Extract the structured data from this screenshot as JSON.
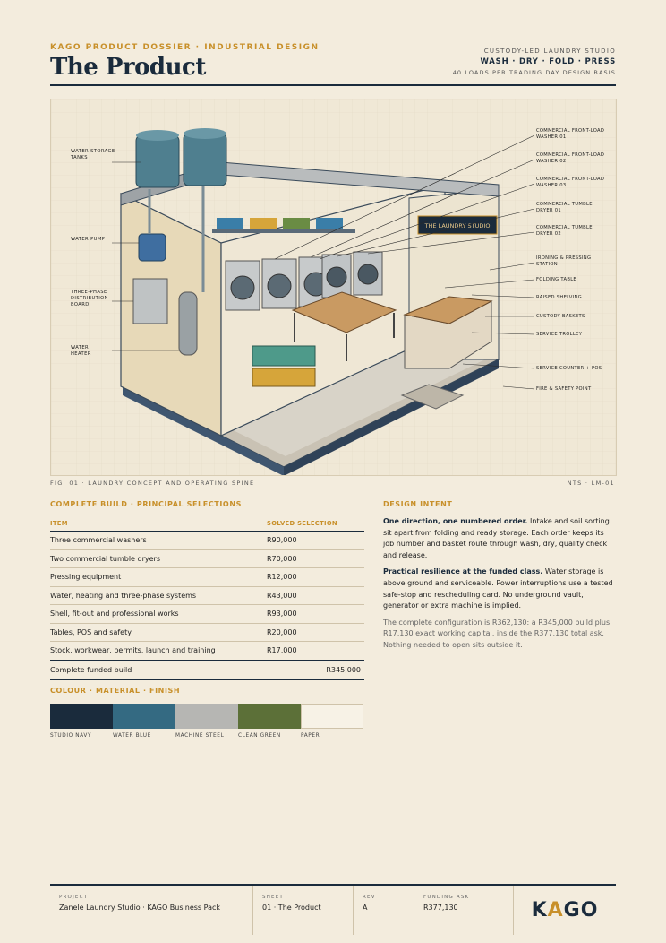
{
  "header": {
    "kicker": "KAGO PRODUCT DOSSIER · INDUSTRIAL DESIGN",
    "title": "The Product",
    "right_line1": "CUSTODY-LED LAUNDRY STUDIO",
    "right_line2": "WASH · DRY · FOLD · PRESS",
    "right_line3": "40 LOADS PER TRADING DAY DESIGN BASIS"
  },
  "figure": {
    "sign_text": "THE LAUNDRY STUDIO",
    "callouts_left": [
      "WATER STORAGE TANKS",
      "WATER PUMP",
      "THREE-PHASE DISTRIBUTION BOARD",
      "WATER HEATER"
    ],
    "callouts_right": [
      "COMMERCIAL FRONT-LOAD WASHER 01",
      "COMMERCIAL FRONT-LOAD WASHER 02",
      "COMMERCIAL FRONT-LOAD WASHER 03",
      "COMMERCIAL TUMBLE DRYER 01",
      "COMMERCIAL TUMBLE DRYER 02",
      "IRONING & PRESSING STATION",
      "FOLDING TABLE",
      "RAISED SHELVING",
      "CUSTODY BASKETS",
      "SERVICE TROLLEY",
      "SERVICE COUNTER + POS",
      "FIRE & SAFETY POINT"
    ],
    "caption": "FIG. 01 · LAUNDRY CONCEPT AND OPERATING SPINE",
    "ref": "NTS · LM-01"
  },
  "build": {
    "heading": "COMPLETE BUILD · PRINCIPAL SELECTIONS",
    "col_item": "ITEM",
    "col_selection": "SOLVED SELECTION",
    "rows": [
      {
        "item": "Three commercial washers",
        "value": "R90,000"
      },
      {
        "item": "Two commercial tumble dryers",
        "value": "R70,000"
      },
      {
        "item": "Pressing equipment",
        "value": "R12,000"
      },
      {
        "item": "Water, heating and three-phase systems",
        "value": "R43,000"
      },
      {
        "item": "Shell, fit-out and professional works",
        "value": "R93,000"
      },
      {
        "item": "Tables, POS and safety",
        "value": "R20,000"
      },
      {
        "item": "Stock, workwear, permits, launch and training",
        "value": "R17,000"
      }
    ],
    "total_label": "Complete funded build",
    "total_value": "R345,000"
  },
  "colour": {
    "heading": "COLOUR · MATERIAL · FINISH",
    "swatches": [
      {
        "name": "STUDIO NAVY",
        "hex": "#1a2b3c"
      },
      {
        "name": "WATER BLUE",
        "hex": "#346a82"
      },
      {
        "name": "MACHINE STEEL",
        "hex": "#b6b6b3"
      },
      {
        "name": "CLEAN GREEN",
        "hex": "#5c7038"
      },
      {
        "name": "PAPER",
        "hex": "#f7f2e6"
      }
    ]
  },
  "intent": {
    "heading": "DESIGN INTENT",
    "p1_bold": "One direction, one numbered order.",
    "p1_text": " Intake and soil sorting sit apart from folding and ready storage. Each order keeps its job number and basket route through wash, dry, quality check and release.",
    "p2_bold": "Practical resilience at the funded class.",
    "p2_text": " Water storage is above ground and serviceable. Power interruptions use a tested safe-stop and rescheduling card. No underground vault, generator or extra machine is implied.",
    "p3": "The complete configuration is R362,130: a R345,000 build plus R17,130 exact working capital, inside the R377,130 total ask. Nothing needed to open sits outside it."
  },
  "footer": {
    "project_label": "PROJECT",
    "project_value": "Zanele Laundry Studio · KAGO Business Pack",
    "sheet_label": "SHEET",
    "sheet_value": "01 · The Product",
    "rev_label": "REV",
    "rev_value": "A",
    "ask_label": "FUNDING ASK",
    "ask_value": "R377,130",
    "logo_pre": "K",
    "logo_a": "A",
    "logo_post": "GO"
  }
}
